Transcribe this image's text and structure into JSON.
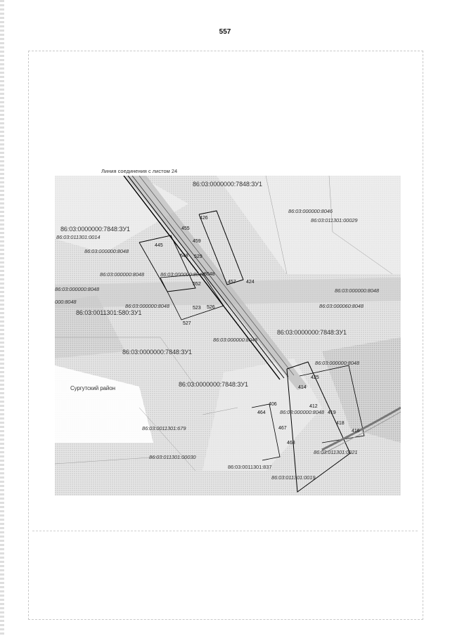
{
  "page": {
    "number": "557"
  },
  "map": {
    "caption_top": "Линия соединения с листом 24",
    "district": "Сургутский район",
    "parcel_labels": [
      "86:03:0000000:7848:ЗУ1",
      "86:03:000000:8046",
      "86:03:011301:00029",
      "86:03:0000000:7848:ЗУ1",
      "86:03:011301:0014",
      "86:03:000000:8048",
      "86:03:000000:8048",
      "86:03:000000:8048",
      "86:03:000000:8048",
      "86:03:000000:8048",
      "000:8048",
      "86:03:000000:8048",
      "86:03:0011301:580:ЗУ1",
      "86:03:000060:8048",
      "86:03:000000:8048",
      "86:03:0000000:7848:ЗУ1",
      "86:03:0000000:7848:ЗУ1",
      "86:03:000000:8048",
      "86:03:0000000:7848:ЗУ1",
      "86:03:000000:8048",
      "86:03:0011301:679",
      "86:03:011301:00030",
      "86:03:011301:0021",
      "86:03:0011301:837",
      "86:03:011301:0019"
    ],
    "point_labels": [
      "426",
      "455",
      "459",
      "445",
      "548",
      "529",
      "552",
      "8048",
      "457",
      "424",
      "523",
      "526",
      "527",
      "425",
      "414",
      "406",
      "412",
      "419",
      "418",
      "416",
      "464",
      "467",
      "468"
    ]
  }
}
